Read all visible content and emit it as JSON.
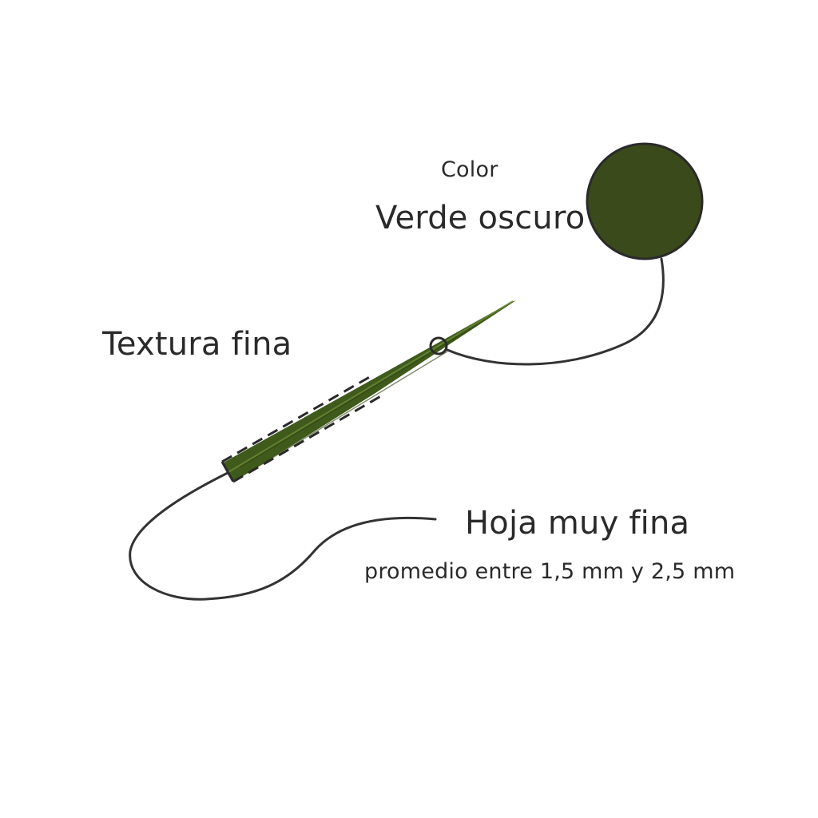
{
  "color_callout": {
    "caption": "Color",
    "name": "Verde oscuro",
    "swatch_hex": "#3a4a1a"
  },
  "texture_callout": {
    "label": "Textura fina"
  },
  "leaf_callout": {
    "title": "Hoja muy fina",
    "subtitle": "promedio entre 1,5 mm y 2,5 mm"
  },
  "colors": {
    "leaf": "#3f5a1b",
    "leaf_highlight": "#5c7a2a",
    "line": "#333333"
  }
}
